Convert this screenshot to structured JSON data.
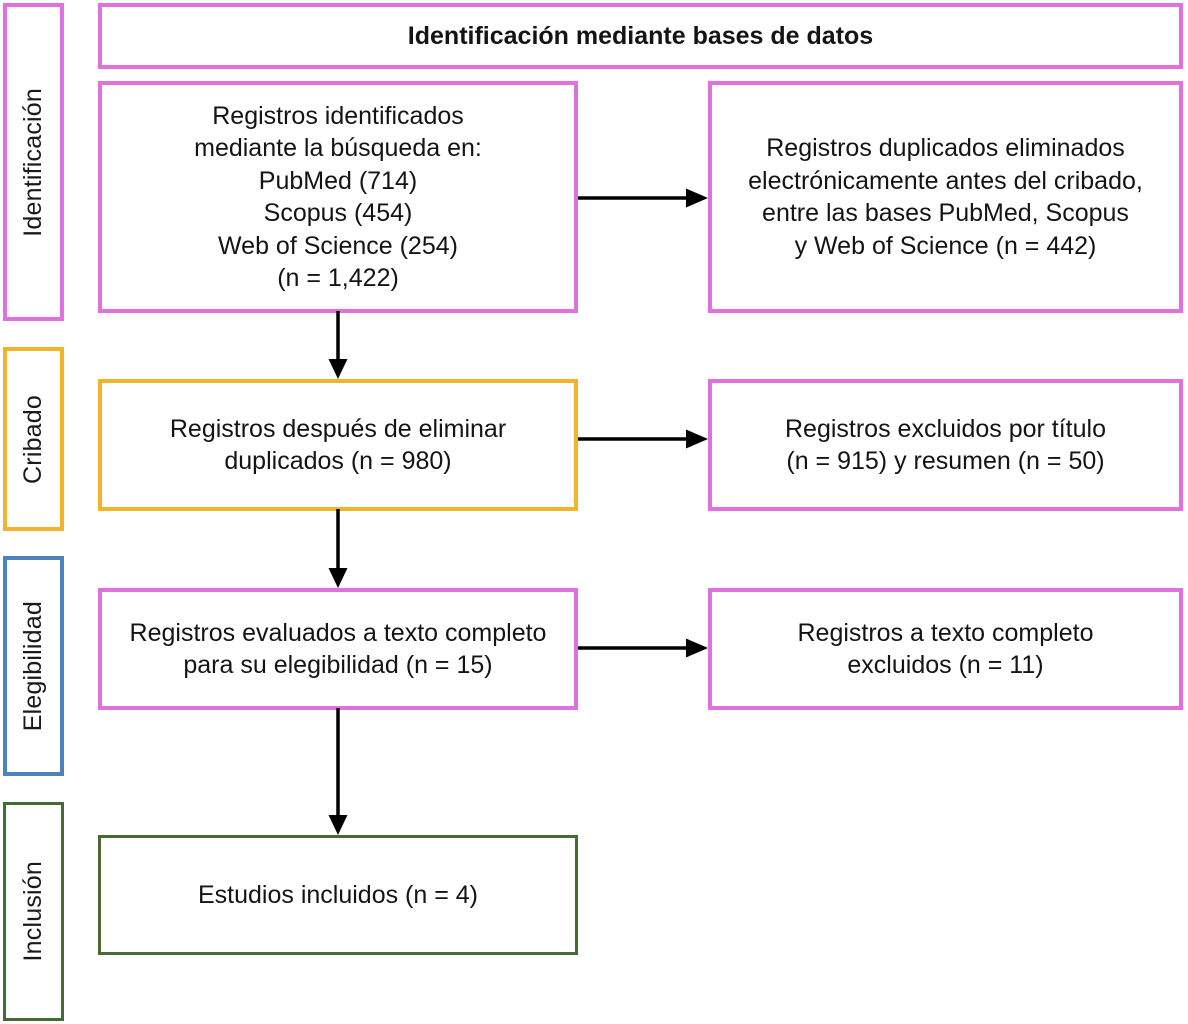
{
  "diagram": {
    "title": "Identificación mediante bases de datos",
    "type": "prisma-flow-diagram",
    "language": "es"
  },
  "stages": [
    {
      "id": "identificacion",
      "label": "Identificación",
      "color": "#e06fe0"
    },
    {
      "id": "cribado",
      "label": "Cribado",
      "color": "#f3b32b"
    },
    {
      "id": "elegibilidad",
      "label": "Elegibilidad",
      "color": "#4f81bd"
    },
    {
      "id": "inclusion",
      "label": "Inclusión",
      "color": "#466b35"
    }
  ],
  "boxes": {
    "header": {
      "text": "Identificación mediante bases de datos",
      "border_color": "#e06fe0"
    },
    "identified": {
      "text": "Registros identificados\nmediante la búsqueda en:\nPubMed (714)\nScopus (454)\nWeb of Science (254)\n(n = 1,422)",
      "border_color": "#e06fe0"
    },
    "duplicates_removed": {
      "text": "Registros duplicados eliminados\nelectrónicamente antes del cribado,\nentre las bases PubMed, Scopus\ny Web of Science (n = 442)",
      "border_color": "#e06fe0"
    },
    "after_duplicates": {
      "text": "Registros después de eliminar\nduplicados (n = 980)",
      "border_color": "#f3b32b"
    },
    "excluded_title_abstract": {
      "text": "Registros excluidos por título\n(n = 915) y resumen (n = 50)",
      "border_color": "#e06fe0"
    },
    "fulltext_assessed": {
      "text": "Registros evaluados a texto completo\npara su elegibilidad (n = 15)",
      "border_color": "#e06fe0"
    },
    "fulltext_excluded": {
      "text": "Registros a texto completo\nexcluidos (n = 11)",
      "border_color": "#e06fe0"
    },
    "included_studies": {
      "text": "Estudios incluidos (n = 4)",
      "border_color": "#466b35"
    }
  },
  "counts": {
    "pubmed": 714,
    "scopus": 454,
    "web_of_science": 254,
    "total_identified": 1422,
    "duplicates_removed": 442,
    "after_duplicates": 980,
    "excluded_by_title": 915,
    "excluded_by_abstract": 50,
    "fulltext_assessed": 15,
    "fulltext_excluded": 11,
    "included": 4
  },
  "connectors": [
    {
      "id": "identified-to-after-duplicates",
      "direction": "down"
    },
    {
      "id": "identified-to-duplicates",
      "direction": "right"
    },
    {
      "id": "after-duplicates-to-fulltext",
      "direction": "down"
    },
    {
      "id": "after-duplicates-to-excluded",
      "direction": "right"
    },
    {
      "id": "fulltext-to-included",
      "direction": "down"
    },
    {
      "id": "fulltext-to-fulltext-excluded",
      "direction": "right"
    }
  ]
}
